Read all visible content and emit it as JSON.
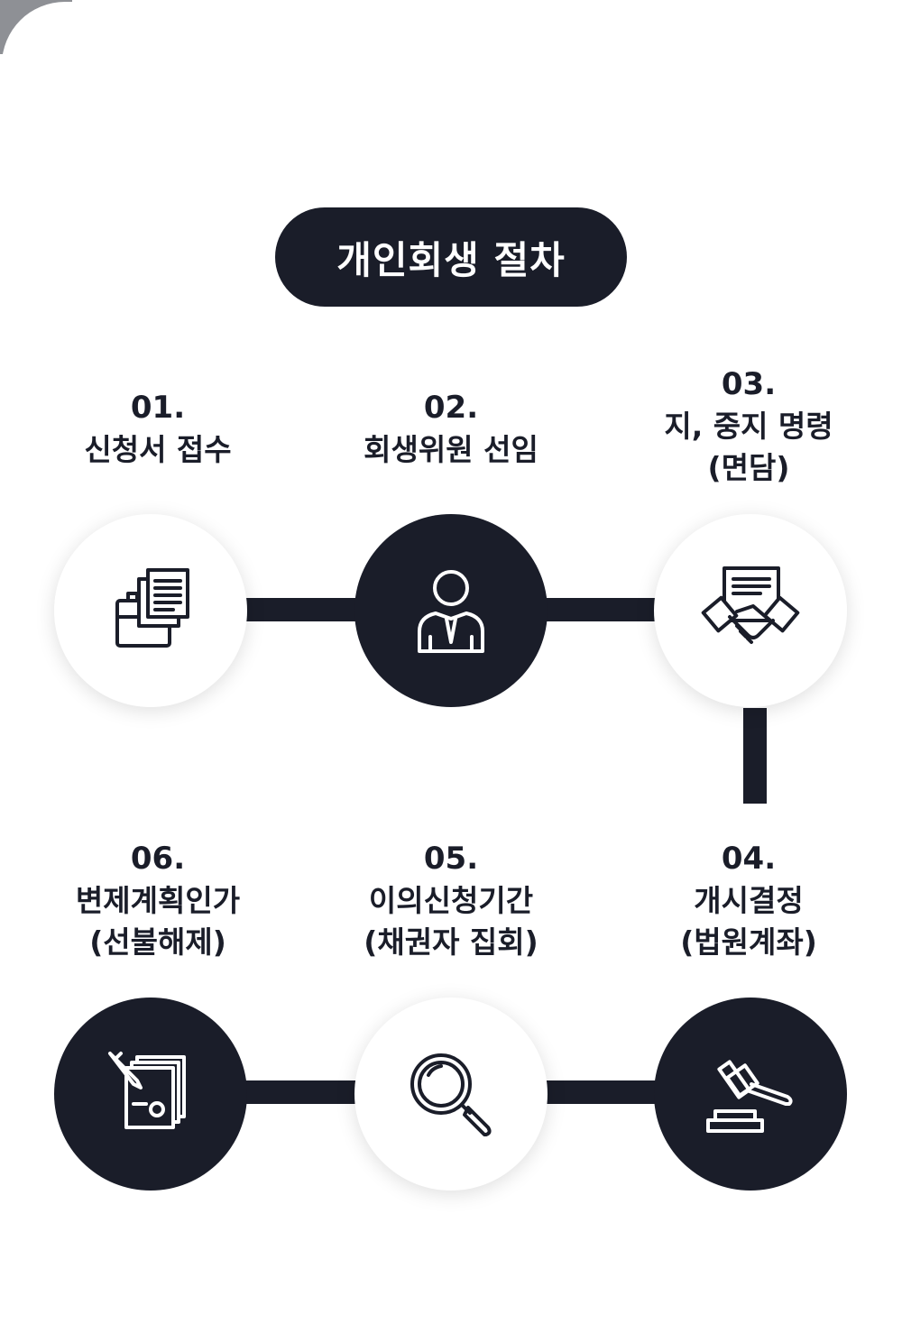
{
  "title": "개인회생 절차",
  "steps": [
    {
      "num": "01.",
      "label_lines": [
        "신청서 접수"
      ],
      "icon": "documents-briefcase-icon",
      "style": "light"
    },
    {
      "num": "02.",
      "label_lines": [
        "회생위원 선임"
      ],
      "icon": "businessman-icon",
      "style": "dark"
    },
    {
      "num": "03.",
      "label_lines": [
        "지, 중지 명령",
        "(면담)"
      ],
      "icon": "handshake-contract-icon",
      "style": "light"
    },
    {
      "num": "04.",
      "label_lines": [
        "개시결정",
        "(법원계좌)"
      ],
      "icon": "gavel-icon",
      "style": "dark"
    },
    {
      "num": "05.",
      "label_lines": [
        "이의신청기간",
        "(채권자 집회)"
      ],
      "icon": "magnifier-icon",
      "style": "light"
    },
    {
      "num": "06.",
      "label_lines": [
        "변제계획인가",
        "(선불해제)"
      ],
      "icon": "signed-document-icon",
      "style": "dark"
    }
  ],
  "colors": {
    "navy": "#1a1d29",
    "white": "#ffffff"
  }
}
